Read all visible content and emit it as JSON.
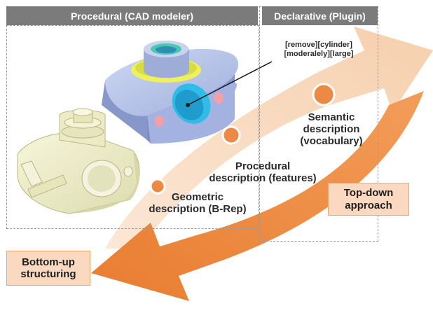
{
  "headers": {
    "procedural": "Procedural (CAD modeler)",
    "declarative": "Declarative (Plugin)"
  },
  "query_tags": {
    "line1": "[remove][cylinder]",
    "line2": "[moderalely][large]"
  },
  "levels": {
    "semantic": {
      "line1": "Semantic",
      "line2": "description",
      "line3": "(vocabulary)"
    },
    "procedural": {
      "line1": "Procedural",
      "line2": "description (features)"
    },
    "geometric": {
      "line1": "Geometric",
      "line2": "description (B-Rep)"
    }
  },
  "callouts": {
    "top_down": {
      "line1": "Top-down",
      "line2": "approach"
    },
    "bottom_up": {
      "line1": "Bottom-up",
      "line2": "structuring"
    }
  },
  "colors": {
    "arrow_light": "#f8d5b8",
    "arrow_dark": "#ee8a3f",
    "level_dot": "#ec8a45",
    "header_bg": "#7b7b7b",
    "callout_bg": "#fbd9c0",
    "part_blue": "#b4c1e6",
    "part_hole": "#2fbde8",
    "part_yellow": "#eff05c",
    "part_cream": "#efefc6"
  }
}
